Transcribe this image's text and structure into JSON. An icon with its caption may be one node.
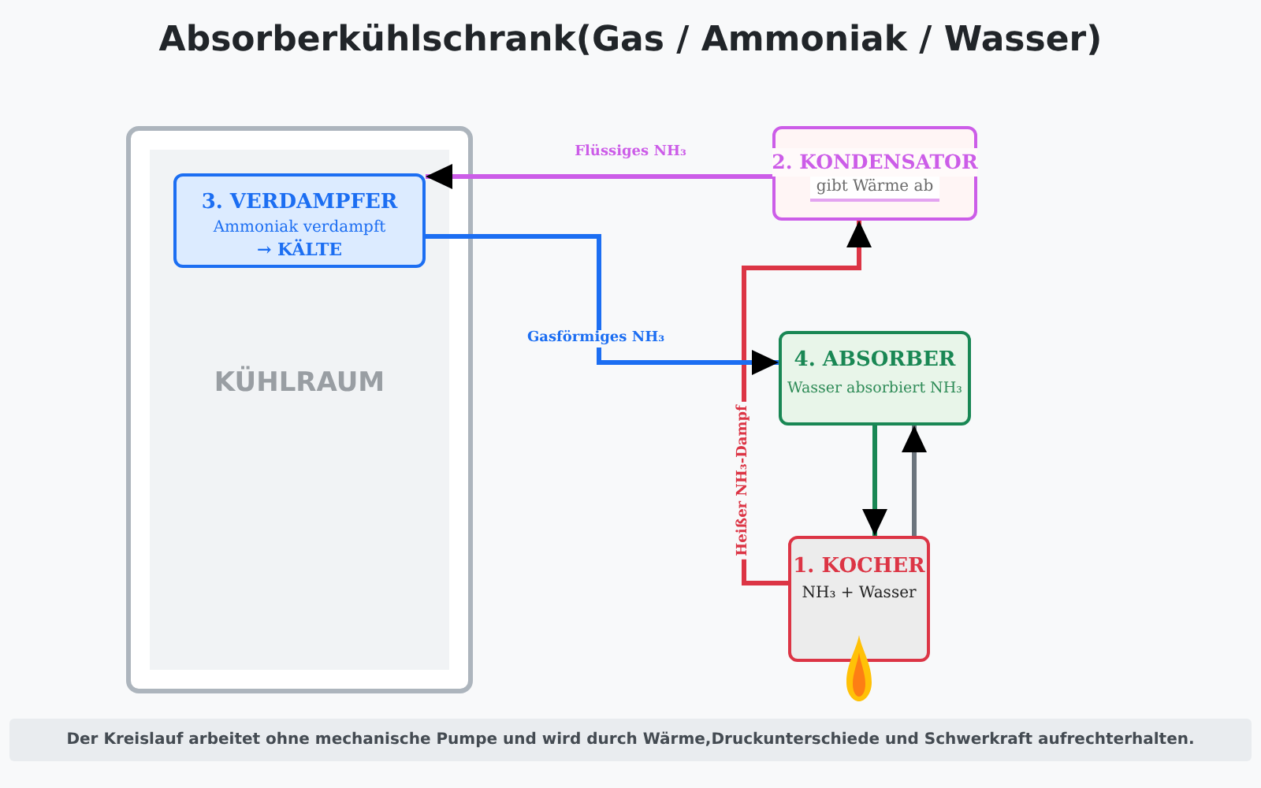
{
  "diagram": {
    "title": "Absorberkühlschrank(Gas / Ammoniak / Wasser)",
    "caption": "Der Kreislauf arbeitet ohne mechanische Pumpe und wird durch Wärme,Druckunterschiede und Schwerkraft aufrechterhalten.",
    "nodes": [
      {
        "text": [
          "KÜHLRAUM"
        ]
      },
      {
        "text": [
          "3. VERDAMPFER",
          "Ammoniak verdampft",
          "→ KÄLTE"
        ],
        "in": 0
      },
      {
        "text": [
          "2. KONDENSATOR",
          "gibt Wärme ab"
        ]
      },
      {
        "text": [
          "4. ABSORBER",
          "Wasser absorbiert NH₃"
        ]
      },
      {
        "text": [
          "1. KOCHER",
          "NH₃ + Wasser"
        ]
      }
    ],
    "edges": [
      {
        "from": 4,
        "to": 2,
        "arrow": "to",
        "label": "Heißer NH₃-Dampf",
        "color": "#dc3545"
      },
      {
        "from": 2,
        "to": 1,
        "arrow": "to",
        "label": "Flüssiges NH₃",
        "color": "#cc5de8"
      },
      {
        "from": 1,
        "to": 3,
        "arrow": "to",
        "label": "Gasförmiges NH₃",
        "color": "#1c6ef2"
      },
      {
        "from": 3,
        "to": 4,
        "arrow": "to",
        "color": "#198754"
      },
      {
        "from": 4,
        "to": 3,
        "arrow": "to",
        "color": "#6c757d"
      }
    ]
  }
}
